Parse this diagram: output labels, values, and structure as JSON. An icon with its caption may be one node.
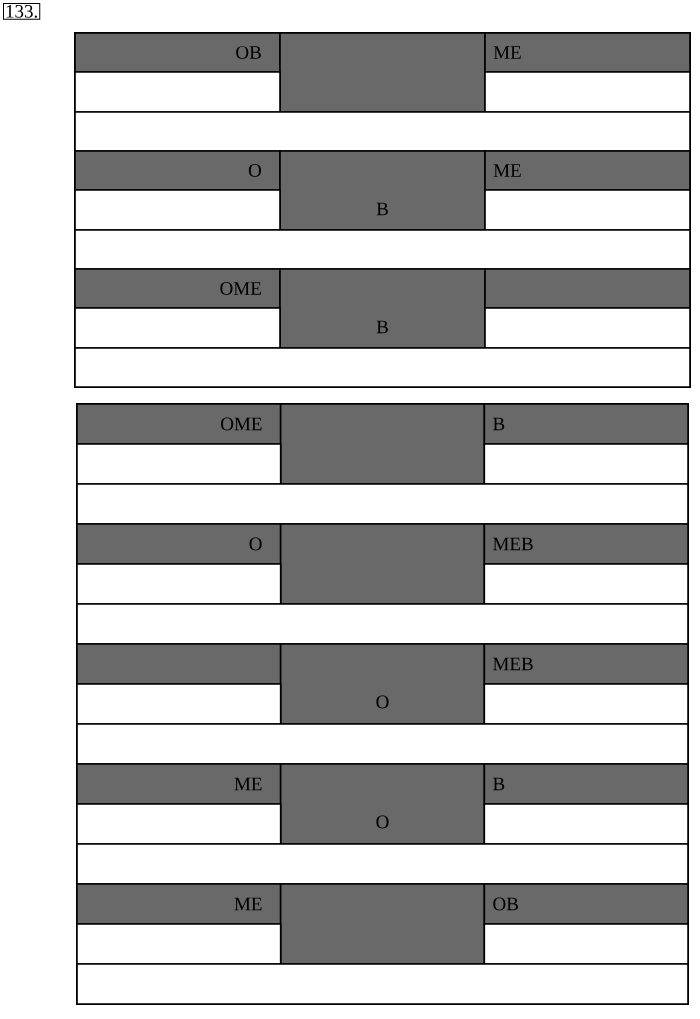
{
  "diagram": {
    "nodes": [
      {
        "text": [],
        "shape": "box"
      },
      {
        "text": [
          "OB"
        ],
        "in": 0
      },
      {
        "text": [],
        "shape": "box",
        "in": 0
      },
      {
        "text": [
          "ME"
        ],
        "in": 0
      },
      {
        "text": [],
        "shape": "box",
        "in": 0
      },
      {
        "text": [],
        "shape": "box",
        "in": 0
      },
      {
        "text": [],
        "shape": "box",
        "in": 0
      },
      {
        "text": [
          "O"
        ],
        "in": 0
      },
      {
        "text": [
          "B"
        ],
        "in": 0
      },
      {
        "text": [
          "ME"
        ],
        "in": 0
      },
      {
        "text": [],
        "shape": "box",
        "in": 0
      },
      {
        "text": [],
        "shape": "box",
        "in": 0
      },
      {
        "text": [],
        "shape": "box",
        "in": 0
      },
      {
        "text": [
          "OME"
        ],
        "in": 0
      },
      {
        "text": [
          "B"
        ],
        "in": 0
      },
      {
        "text": [],
        "shape": "box",
        "in": 0
      },
      {
        "text": [],
        "shape": "box",
        "in": 0
      },
      {
        "text": [],
        "shape": "box",
        "in": 0
      },
      {
        "text": [],
        "shape": "box",
        "in": 0
      },
      {
        "text": [],
        "shape": "box"
      },
      {
        "text": [
          "OME"
        ],
        "in": 19
      },
      {
        "text": [],
        "shape": "box",
        "in": 19
      },
      {
        "text": [
          "B"
        ],
        "in": 19
      },
      {
        "text": [],
        "shape": "box",
        "in": 19
      },
      {
        "text": [],
        "shape": "box",
        "in": 19
      },
      {
        "text": [],
        "shape": "box",
        "in": 19
      },
      {
        "text": [
          "O"
        ],
        "in": 19
      },
      {
        "text": [],
        "shape": "box",
        "in": 19
      },
      {
        "text": [
          "MEB"
        ],
        "in": 19
      },
      {
        "text": [],
        "shape": "box",
        "in": 19
      },
      {
        "text": [],
        "shape": "box",
        "in": 19
      },
      {
        "text": [],
        "shape": "box",
        "in": 19
      },
      {
        "text": [],
        "shape": "box",
        "in": 19
      },
      {
        "text": [
          "O"
        ],
        "in": 19
      },
      {
        "text": [
          "MEB"
        ],
        "in": 19
      },
      {
        "text": [],
        "shape": "box",
        "in": 19
      },
      {
        "text": [],
        "shape": "box",
        "in": 19
      },
      {
        "text": [],
        "shape": "box",
        "in": 19
      },
      {
        "text": [
          "ME"
        ],
        "in": 19
      },
      {
        "text": [
          "O"
        ],
        "in": 19
      },
      {
        "text": [
          "B"
        ],
        "in": 19
      },
      {
        "text": [],
        "shape": "box",
        "in": 19
      },
      {
        "text": [],
        "shape": "box",
        "in": 19
      },
      {
        "text": [],
        "shape": "box",
        "in": 19
      },
      {
        "text": [
          "ME"
        ],
        "in": 19
      },
      {
        "text": [],
        "shape": "box",
        "in": 19
      },
      {
        "text": [
          "OB"
        ],
        "in": 19
      },
      {
        "text": [],
        "shape": "box",
        "in": 19
      },
      {
        "text": [],
        "shape": "box",
        "in": 19
      },
      {
        "text": [],
        "shape": "box",
        "in": 19
      }
    ],
    "labels": [
      "133."
    ]
  }
}
